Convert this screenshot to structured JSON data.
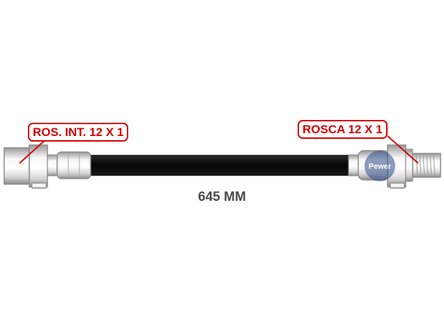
{
  "diagram": {
    "left_fitting_label": "ROS. INT. 12 X 1",
    "right_fitting_label": "ROSCA 12 X 1",
    "length_label": "645 MM",
    "watermark_text": "Pewer",
    "colors": {
      "callout_red": "#d40000",
      "hose_black": "#0b0b0b",
      "metal_light": "#f4f4f4",
      "metal_shadow": "#9a9a9a",
      "label_gray": "#4a4a4a"
    }
  }
}
